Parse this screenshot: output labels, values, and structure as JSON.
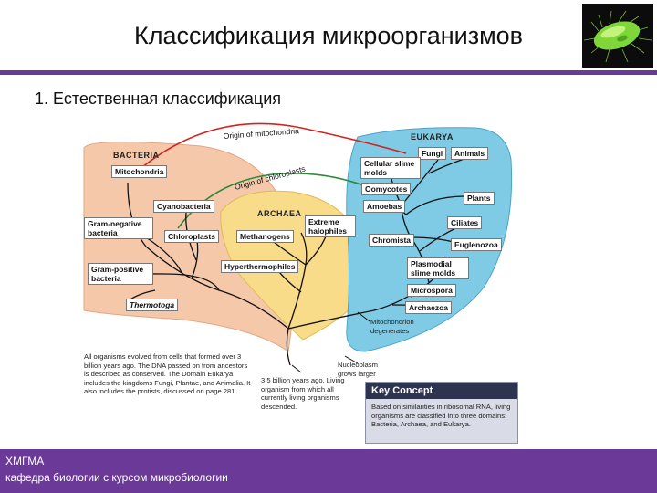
{
  "slide": {
    "title": "Классификация микроорганизмов",
    "subtitle": "1. Естественная классификация",
    "footer_line1": "ХМГМА",
    "footer_line2": "кафедра биологии с курсом микробиологии",
    "accent_color": "#6b3a99"
  },
  "diagram": {
    "domains": {
      "bacteria": "BACTERIA",
      "archaea": "ARCHAEA",
      "eukarya": "EUKARYA"
    },
    "arc_labels": {
      "mitochondria": "Origin of mitochondria",
      "chloroplasts": "Origin of chloroplasts"
    },
    "bacteria_groups": [
      "Mitochondria",
      "Cyanobacteria",
      "Gram-negative bacteria",
      "Chloroplasts",
      "Gram-positive bacteria",
      "Thermotoga"
    ],
    "archaea_groups": [
      "Extreme halophiles",
      "Methanogens",
      "Hyperthermophiles"
    ],
    "eukarya_groups": [
      "Fungi",
      "Animals",
      "Cellular slime molds",
      "Oomycotes",
      "Plants",
      "Amoebas",
      "Ciliates",
      "Chromista",
      "Euglenozoa",
      "Plasmodial slime molds",
      "Microspora",
      "Archaezoa"
    ],
    "annotations": {
      "mito_degenerates": "Mitochondrion degenerates",
      "nucleoplasm": "Nucleoplasm grows larger",
      "root_note": "3.5 billion years ago. Living organism from which all currently living organisms descended.",
      "left_note": "All organisms evolved from cells that formed over 3 billion years ago. The DNA passed on from ancestors is described as conserved. The Domain Eukarya includes the kingdoms Fungi, Plantae, and Animalia. It also includes the protists, discussed on page 281."
    },
    "key_concept": {
      "title": "Key Concept",
      "text": "Based on similarities in ribosomal RNA, living organisms are classified into three domains: Bacteria, Archaea, and Eukarya."
    },
    "colors": {
      "bacteria": "#f5c8aa",
      "archaea": "#f8dc8a",
      "eukarya": "#7fcbe5",
      "mito_arc": "#d2231e",
      "chloro_arc": "#2c8a3a"
    }
  }
}
